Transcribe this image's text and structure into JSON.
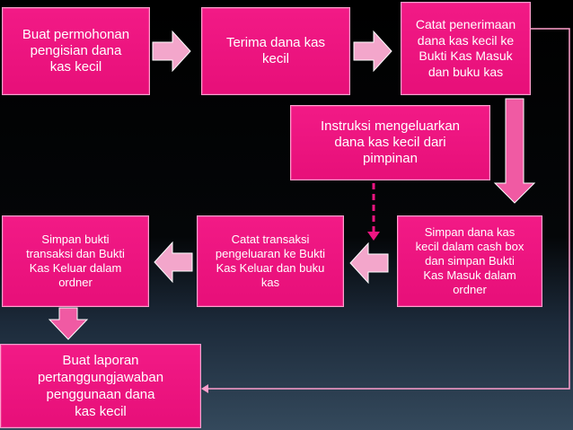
{
  "boxes": {
    "b1": "Buat permohonan\npengisian dana\nkas kecil",
    "b2": "Terima dana kas\nkecil",
    "b3": "Catat penerimaan\ndana kas kecil ke\nBukti Kas Masuk\ndan buku kas",
    "b4": "Instruksi mengeluarkan\ndana kas kecil dari\npimpinan",
    "b5": "Simpan dana kas\nkecil dalam cash box\ndan simpan Bukti\nKas Masuk dalam\nordner",
    "b6": "Catat transaksi\npengeluaran ke Bukti\nKas Keluar dan buku\nkas",
    "b7": "Simpan bukti\ntransaksi dan Bukti\nKas Keluar dalam\nordner",
    "b8": "Buat laporan\npertanggungjawaban\npenggunaan dana\nkas kecil"
  },
  "colors": {
    "box_fill": "#ee1582",
    "arrow_fill": "#f3a6cb",
    "arrow_down_fill": "#f05aa3",
    "dashed": "#ee1582",
    "connector": "#ff9fcd"
  }
}
